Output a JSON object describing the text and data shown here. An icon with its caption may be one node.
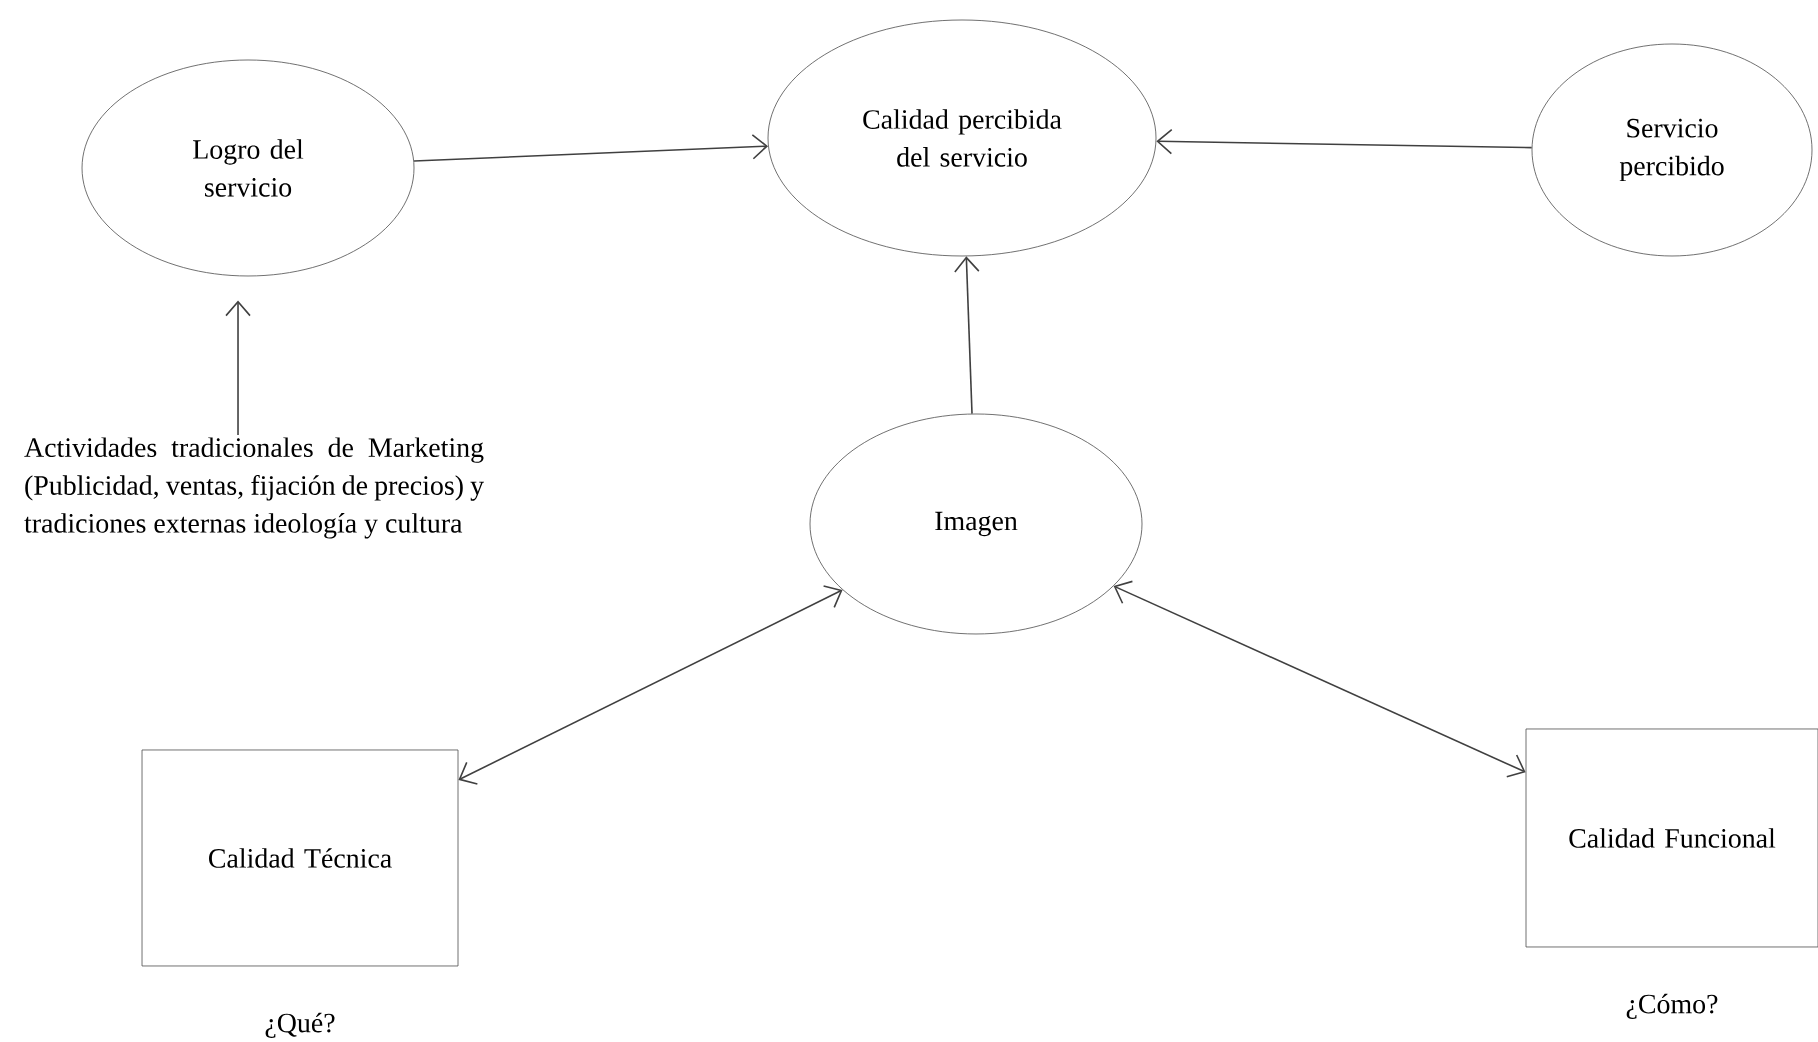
{
  "diagram": {
    "nodes": [
      {
        "text": [
          "Logro del servicio"
        ]
      },
      {
        "text": [
          "Calidad percibida del servicio"
        ]
      },
      {
        "text": [
          "Servicio percibido"
        ]
      },
      {
        "text": [
          "Actividades tradicionales de Marketing (Publicidad, ventas, fijación de precios) y tradiciones externas ideología y cultura"
        ]
      },
      {
        "text": [
          "Imagen"
        ]
      },
      {
        "text": [
          "Calidad Técnica"
        ],
        "beside": [
          "¿Qué?"
        ]
      },
      {
        "text": [
          "Calidad Funcional"
        ],
        "beside": [
          "¿Cómo?"
        ]
      }
    ],
    "edges": [
      {
        "from": 0,
        "to": 1,
        "arrow": "to"
      },
      {
        "from": 2,
        "to": 1,
        "arrow": "to"
      },
      {
        "from": 3,
        "to": 0,
        "arrow": "to"
      },
      {
        "from": 4,
        "to": 1,
        "arrow": "to"
      },
      {
        "from": 5,
        "to": 4,
        "arrow": "both"
      },
      {
        "from": 6,
        "to": 4,
        "arrow": "both"
      }
    ]
  }
}
